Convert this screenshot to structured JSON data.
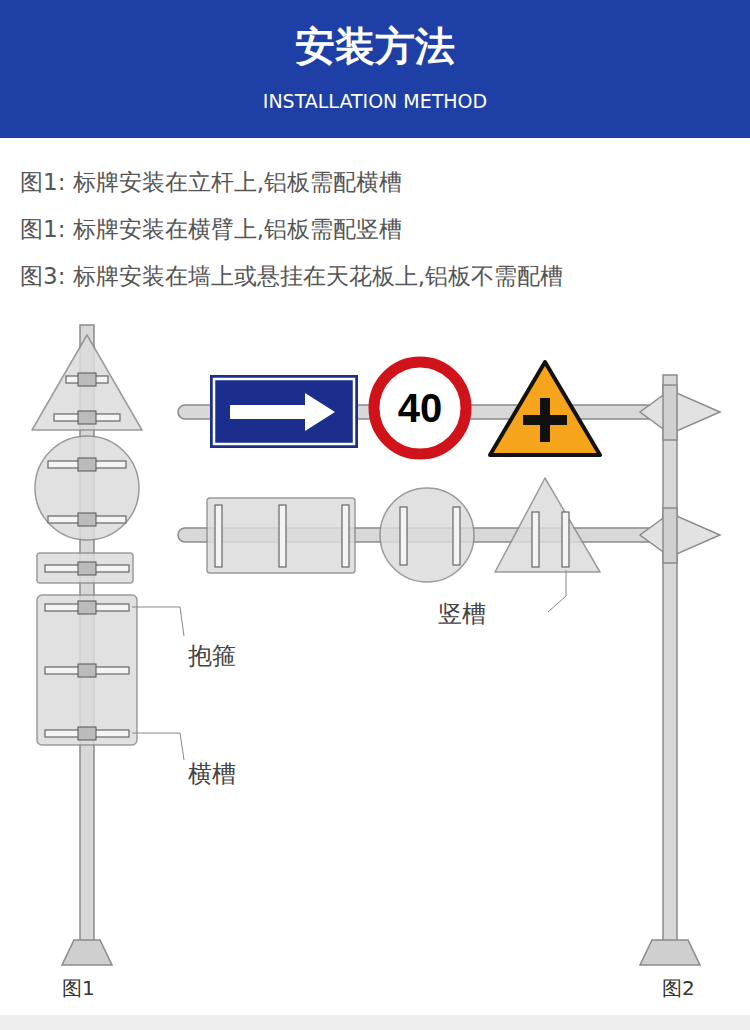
{
  "diagram": {
    "title": "安装方法",
    "nodes": [
      {
        "text": [
          "40"
        ]
      }
    ],
    "labels": [
      "INSTALLATION METHOD",
      "图1:  标牌安装在立杆上,铝板需配横槽",
      "图1:  标牌安装在横臂上,铝板需配竖槽",
      "图3:  标牌安装在墙上或悬挂在天花板上,铝板不需配槽",
      "抱箍",
      "横槽",
      "竖槽",
      "图1",
      "图2"
    ]
  }
}
